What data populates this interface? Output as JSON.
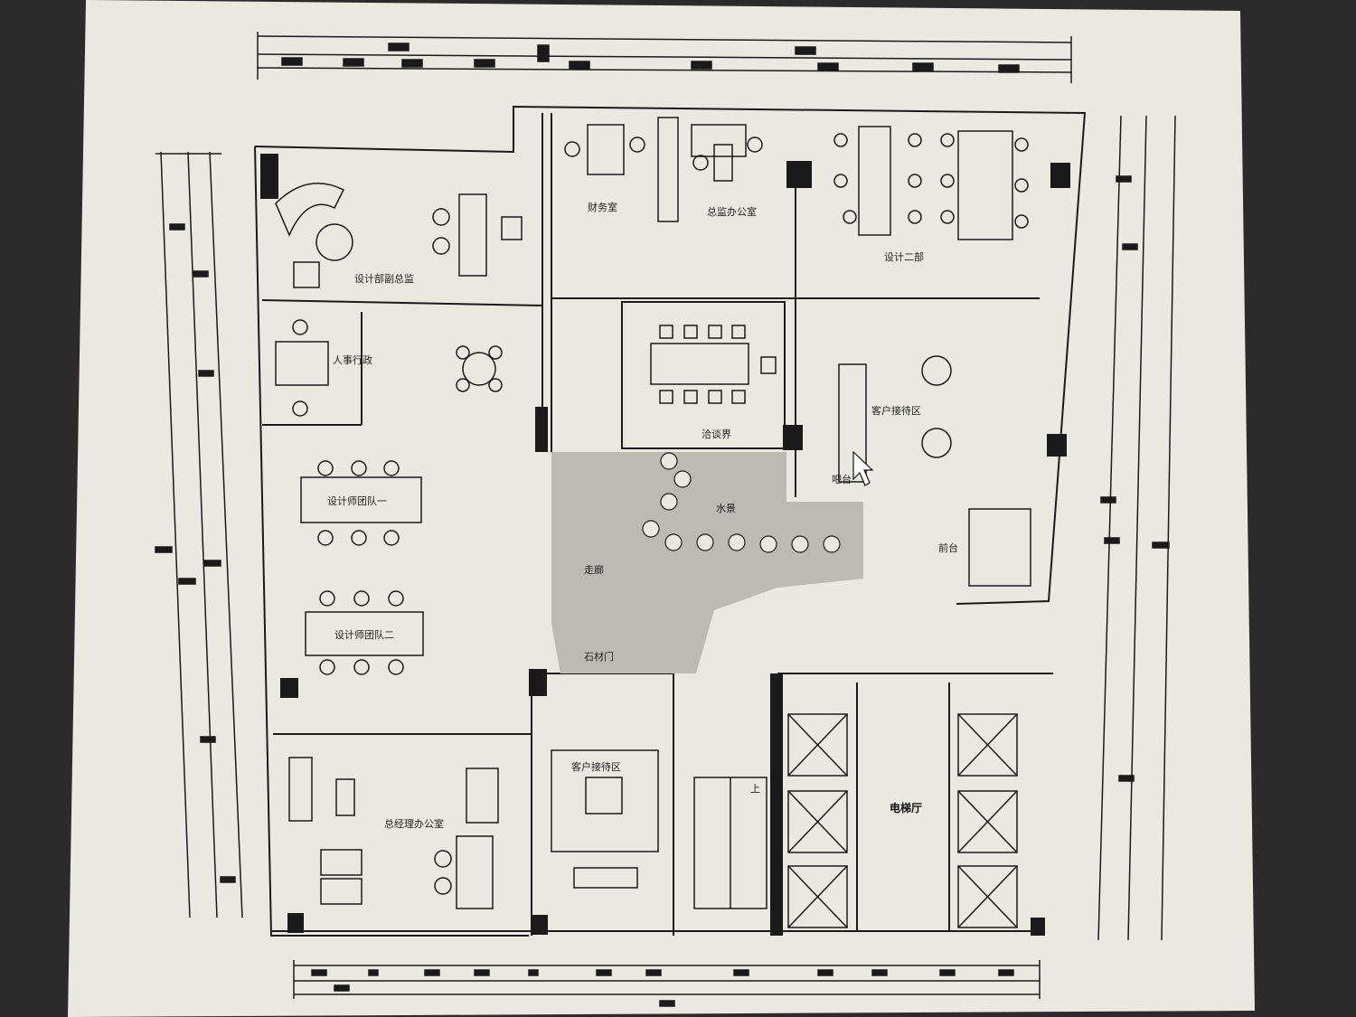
{
  "rooms": {
    "finance": "财务室",
    "gm_office": "总监办公室",
    "design_dept_2": "设计二部",
    "design_director": "设计部副总监",
    "hr_admin": "人事行政",
    "meeting_room": "洽谈界",
    "client_reception_upper": "客户接待区",
    "bar": "吧台",
    "water_feature": "水景",
    "design_dept_1": "设计师团队一",
    "design_dept_1b": "设计师团队二",
    "corridor": "走廊",
    "stone_door": "石材门",
    "front_desk": "前台",
    "client_reception_lower": "客户接待区",
    "ceo_office": "总经理办公室",
    "elevator_hall": "电梯厅",
    "stair_up": "上"
  },
  "colors": {
    "paper": "#e9e9e1",
    "ink": "#1a1a1a",
    "screen_frame": "#2b2b2b"
  }
}
